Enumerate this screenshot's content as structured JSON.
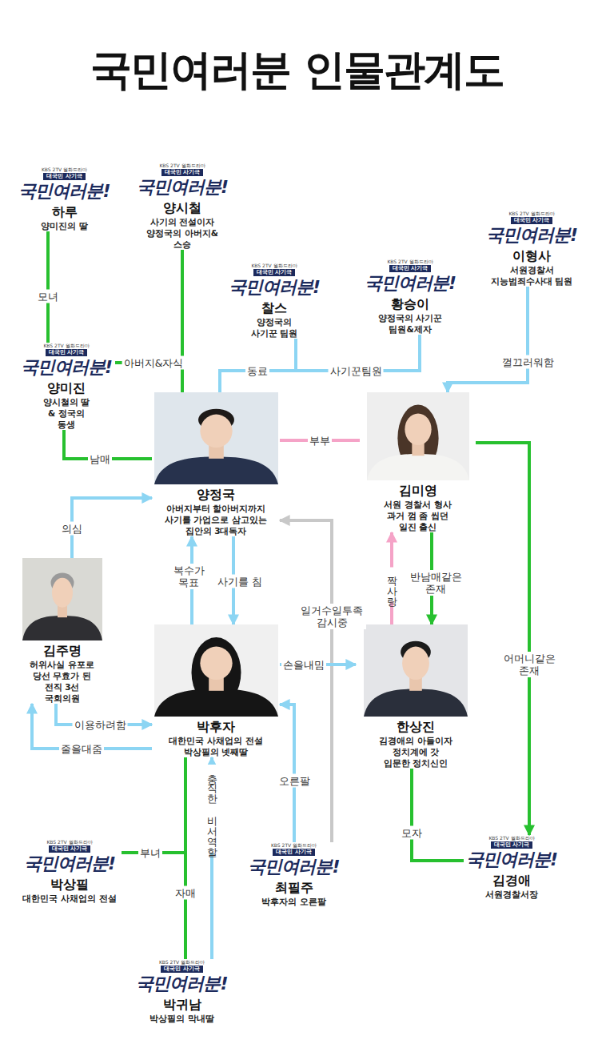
{
  "diagram": {
    "title": "국민여러분 인물관계도",
    "nodes": [
      {
        "text": [
          "KBS 2TV 월화드라마",
          "대국민 사기극",
          "국민여러분!",
          "하루",
          "양미진의 딸"
        ]
      },
      {
        "text": [
          "KBS 2TV 월화드라마",
          "대국민 사기극",
          "국민여러분!",
          "양시철",
          "사기의 전설이자 양정국의 아버지&스승"
        ]
      },
      {
        "text": [
          "KBS 2TV 월화드라마",
          "대국민 사기극",
          "국민여러분!",
          "이형사",
          "서원경찰서 지능범죄수사대 팀원"
        ]
      },
      {
        "text": [
          "KBS 2TV 월화드라마",
          "대국민 사기극",
          "국민여러분!",
          "찰스",
          "양정국의 사기꾼 팀원"
        ]
      },
      {
        "text": [
          "KBS 2TV 월화드라마",
          "대국민 사기극",
          "국민여러분!",
          "황승이",
          "양정국의 사기꾼 팀원&제자"
        ]
      },
      {
        "text": [
          "KBS 2TV 월화드라마",
          "대국민 사기극",
          "국민여러분!",
          "양미진",
          "양시철의 딸 & 정국의 동생"
        ]
      },
      {
        "text": [
          "양정국",
          "아버지부터 할아버지까지 사기를 가업으로 삼고있는 집안의 3대독자"
        ]
      },
      {
        "text": [
          "김미영",
          "서원 경찰서 형사 과거 껌 좀 씹던 일진 출신"
        ]
      },
      {
        "text": [
          "김주명",
          "허위사실 유포로 당선 무효가 된 전직 3선 국회의원"
        ]
      },
      {
        "text": [
          "박후자",
          "대한민국 사채업의 전설 박상필의 넷째딸"
        ]
      },
      {
        "text": [
          "한상진",
          "김경애의 아들이자 정치계에 갓 입문한 정치신인"
        ]
      },
      {
        "text": [
          "KBS 2TV 월화드라마",
          "대국민 사기극",
          "국민여러분!",
          "박상필",
          "대한민국 사채업의 전설"
        ]
      },
      {
        "text": [
          "KBS 2TV 월화드라마",
          "대국민 사기극",
          "국민여러분!",
          "최필주",
          "박후자의 오른팔"
        ]
      },
      {
        "text": [
          "KBS 2TV 월화드라마",
          "대국민 사기극",
          "국민여러분!",
          "김경애",
          "서원경찰서장"
        ]
      },
      {
        "text": [
          "KBS 2TV 월화드라마",
          "대국민 사기극",
          "국민여러분!",
          "박귀남",
          "박상필의 막내딸"
        ]
      }
    ],
    "edges": [
      {
        "from": 0,
        "to": 5,
        "label": "모녀",
        "arrow": "none"
      },
      {
        "from": 1,
        "to": 5,
        "label": "아버지&자식",
        "arrow": "none"
      },
      {
        "from": 1,
        "to": 6,
        "arrow": "none"
      },
      {
        "from": 3,
        "to": 6,
        "label": "동료",
        "arrow": "none"
      },
      {
        "from": 4,
        "to": 6,
        "label": "사기꾼팀원",
        "arrow": "none"
      },
      {
        "from": 2,
        "to": 7,
        "label": "껄끄러워함",
        "arrow": "to"
      },
      {
        "from": 5,
        "to": 6,
        "label": "남매",
        "arrow": "none"
      },
      {
        "from": 6,
        "to": 7,
        "label": "부부",
        "arrow": "none"
      },
      {
        "from": 8,
        "to": 6,
        "label": "의심",
        "arrow": "to"
      },
      {
        "from": 9,
        "to": 6,
        "label": "복수가 목표",
        "arrow": "to"
      },
      {
        "from": 6,
        "to": 9,
        "label": "사기를 침",
        "arrow": "to"
      },
      {
        "from": 10,
        "to": 7,
        "label": "짝사랑",
        "arrow": "to"
      },
      {
        "from": 7,
        "to": 10,
        "label": "반남매같은 존재",
        "arrow": "to"
      },
      {
        "from": 12,
        "to": 6,
        "label": "일거수일투족 감시중",
        "arrow": "to"
      },
      {
        "from": 7,
        "to": 13,
        "label": "어머니같은 존재",
        "arrow": "to"
      },
      {
        "from": 8,
        "to": 9,
        "label": "이용하려함",
        "arrow": "to"
      },
      {
        "from": 9,
        "to": 8,
        "label": "줄을대줌",
        "arrow": "to"
      },
      {
        "from": 9,
        "to": 10,
        "label": "손을내밈",
        "arrow": "to"
      },
      {
        "from": 12,
        "to": 9,
        "label": "오른팔",
        "arrow": "to"
      },
      {
        "from": 11,
        "to": 9,
        "label": "부녀",
        "arrow": "none"
      },
      {
        "from": 14,
        "to": 9,
        "label": "충직한 비서역할",
        "arrow": "to"
      },
      {
        "from": 14,
        "to": 9,
        "label": "자매",
        "arrow": "none"
      },
      {
        "from": 10,
        "to": 13,
        "label": "모자",
        "arrow": "none"
      }
    ]
  }
}
